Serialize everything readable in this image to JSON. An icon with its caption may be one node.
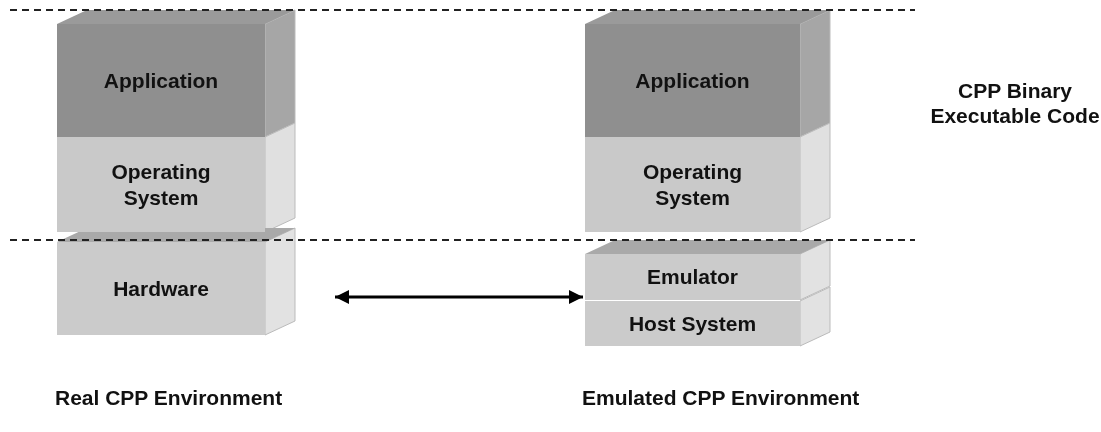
{
  "diagram": {
    "nodes": [
      {
        "text": [
          "Application"
        ]
      },
      {
        "text": [
          "Operating System"
        ]
      },
      {
        "text": [
          "Hardware"
        ]
      },
      {
        "text": [
          "Application"
        ]
      },
      {
        "text": [
          "Operating System"
        ]
      },
      {
        "text": [
          "Emulator"
        ]
      },
      {
        "text": [
          "Host System"
        ]
      }
    ],
    "edges": [
      {
        "from": 2,
        "to": 5,
        "arrow": "both"
      }
    ],
    "labels": [
      "CPP Binary Executable Code",
      "Real CPP Environment",
      "Emulated CPP Environment"
    ]
  }
}
